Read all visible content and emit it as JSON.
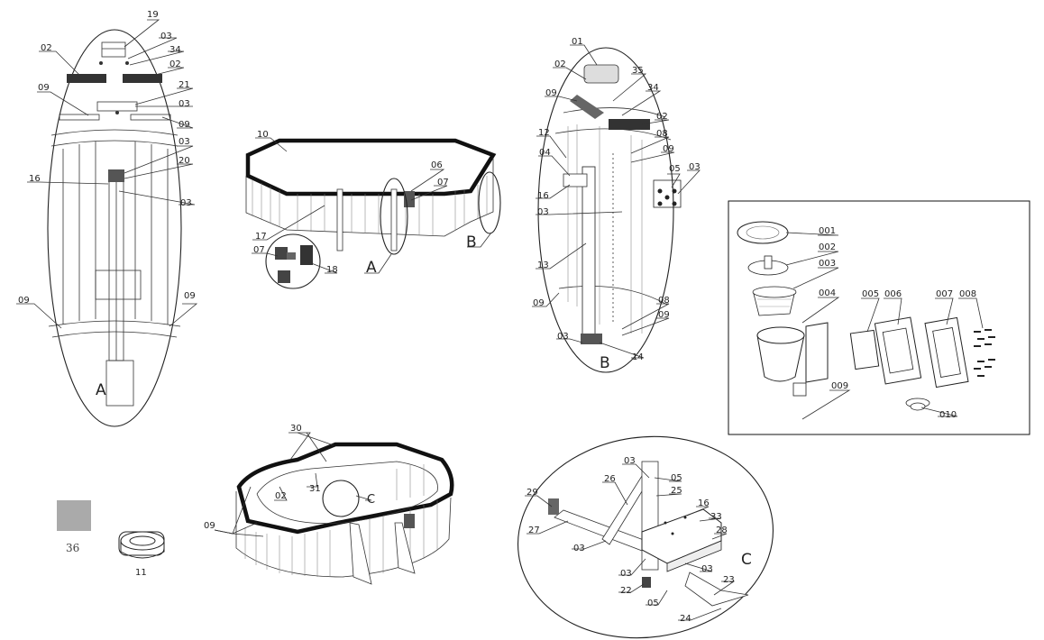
{
  "detail_a": {
    "letter": "A",
    "labels": [
      "19",
      "03",
      "34",
      "02",
      "02",
      "09",
      "21",
      "03",
      "09",
      "03",
      "20",
      "16",
      "03",
      "09",
      "09"
    ]
  },
  "pool_top": {
    "letters": [
      "A",
      "B"
    ],
    "labels": [
      "10",
      "06",
      "07",
      "17",
      "07",
      "18"
    ]
  },
  "detail_b": {
    "letter": "B",
    "labels": [
      "01",
      "02",
      "35",
      "09",
      "34",
      "02",
      "12",
      "08",
      "04",
      "09",
      "05",
      "03",
      "16",
      "03",
      "13",
      "09",
      "08",
      "09",
      "03",
      "14"
    ]
  },
  "skimmer_box": {
    "labels": [
      "001",
      "002",
      "003",
      "004",
      "005",
      "006",
      "007",
      "008",
      "009",
      "010"
    ]
  },
  "pool_bottom": {
    "letter": "C",
    "labels": [
      "30",
      "31",
      "02",
      "09"
    ]
  },
  "spare_parts": {
    "labels": [
      "36",
      "11"
    ]
  },
  "detail_c": {
    "letter": "C",
    "labels": [
      "03",
      "29",
      "26",
      "05",
      "25",
      "16",
      "33",
      "28",
      "27",
      "03",
      "03",
      "03",
      "23",
      "22",
      "05",
      "24"
    ]
  }
}
